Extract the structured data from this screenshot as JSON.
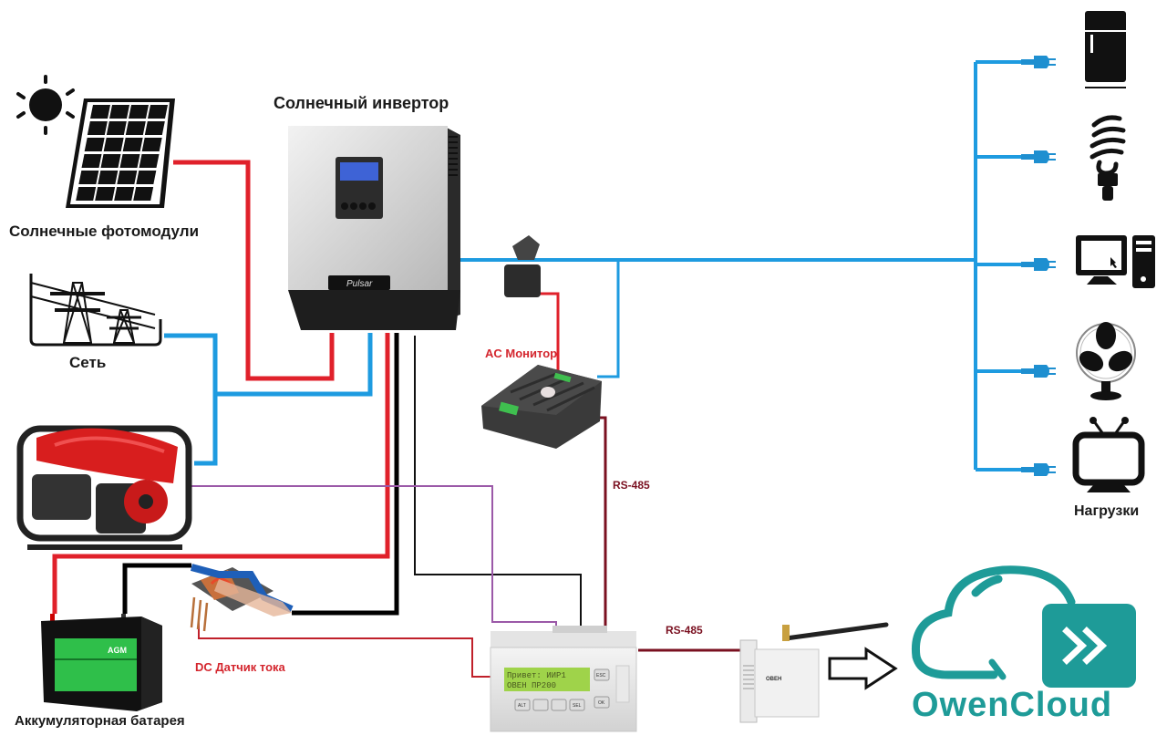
{
  "labels": {
    "inverter": "Солнечный инвертор",
    "solar_panels": "Солнечные  фотомодули",
    "grid": "Сеть",
    "battery": "Аккумуляторная батарея",
    "dc_sensor": "DC Датчик тока",
    "ac_monitor": "AC Монитор",
    "rs485_vertical": "RS-485",
    "rs485_horizontal": "RS-485",
    "loads": "Нагрузки",
    "cloud_brand": "OwenCloud"
  },
  "device_text": {
    "inverter_brand": "Pulsar",
    "battery_badge": "AGM",
    "plc_lcd_line1": "Привет: ИИР1",
    "plc_lcd_line2": "ОВЕН ПР200",
    "plc_btn_esc": "ESC",
    "plc_btn_ok": "OK",
    "plc_btn_alt": "ALT",
    "plc_btn_sel": "SEL",
    "gateway_brand": "OBEH"
  },
  "loads": [
    {
      "name": "refrigerator",
      "icon": "refrigerator-icon"
    },
    {
      "name": "lamp",
      "icon": "light-bulb-icon"
    },
    {
      "name": "computer",
      "icon": "computer-icon"
    },
    {
      "name": "fan",
      "icon": "fan-icon"
    },
    {
      "name": "tv",
      "icon": "tv-icon"
    }
  ],
  "colors": {
    "dc_wire": "#e0212b",
    "ac_wire": "#1e9be0",
    "ground_wire": "#000000",
    "signal_wire": "#9b59a8",
    "rs485_wire": "#7a1020",
    "cloud_accent": "#1e9b98"
  }
}
